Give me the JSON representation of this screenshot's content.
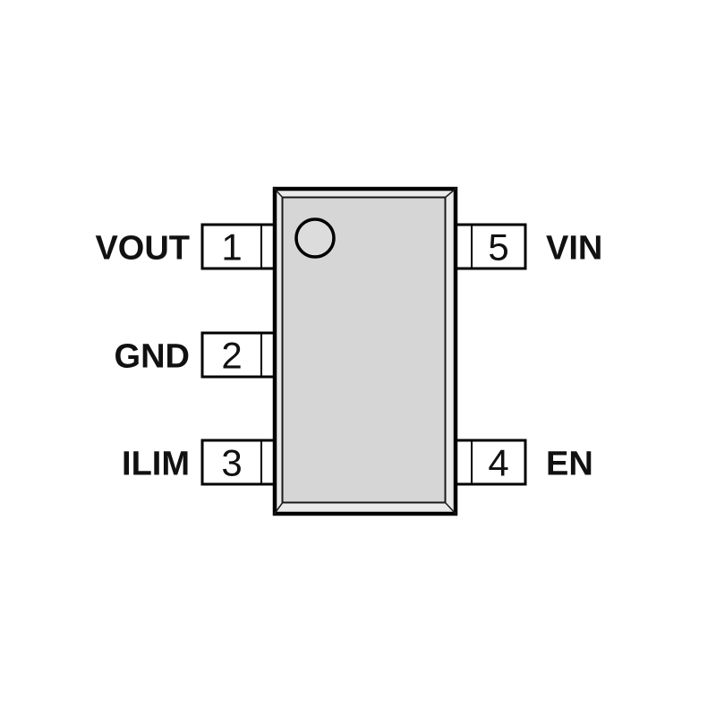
{
  "diagram": {
    "description": "IC package pinout diagram, 5-pin package, top view",
    "background_color": "#ffffff",
    "package": {
      "bevel_fill": "#eaeaea",
      "body_fill": "#d6d6d6",
      "outline_color": "#000000",
      "pin_fill": "#ffffff",
      "pin1_marker_fill": "#dcdcdc",
      "pin1_marker": "circle"
    },
    "pins": [
      {
        "number": "1",
        "label": "VOUT",
        "side": "left"
      },
      {
        "number": "2",
        "label": "GND",
        "side": "left"
      },
      {
        "number": "3",
        "label": "ILIM",
        "side": "left"
      },
      {
        "number": "4",
        "label": "EN",
        "side": "right"
      },
      {
        "number": "5",
        "label": "VIN",
        "side": "right"
      }
    ]
  }
}
